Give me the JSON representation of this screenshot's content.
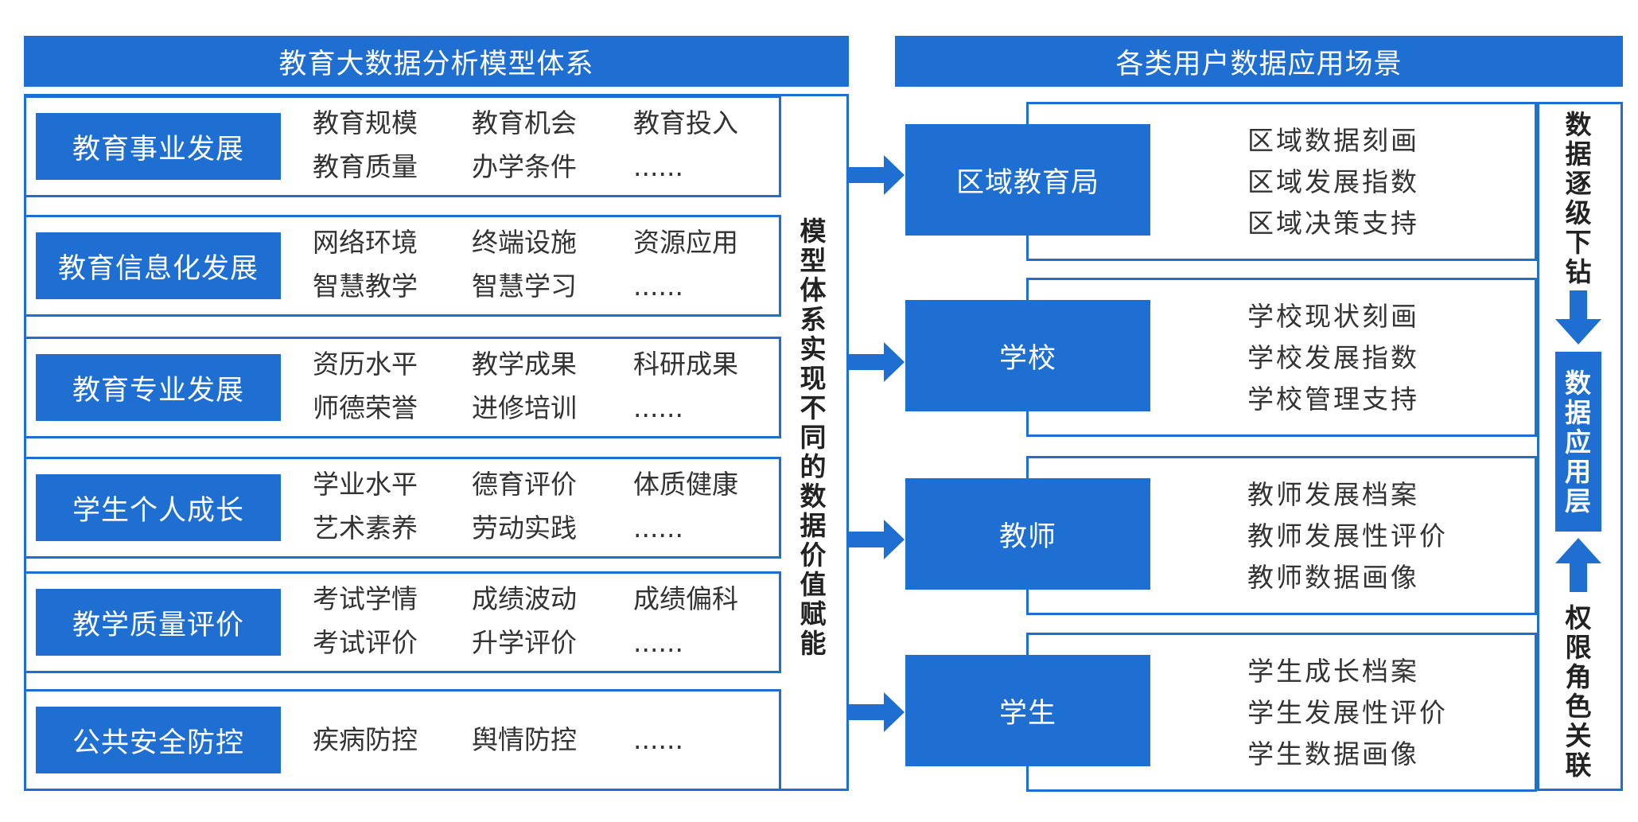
{
  "left_panel": {
    "title": "教育大数据分析模型体系",
    "side_text": "模型体系实现不同的数据价值赋能",
    "rows": [
      {
        "label": "教育事业发展",
        "items": [
          "教育规模",
          "教育机会",
          "教育投入",
          "教育质量",
          "办学条件",
          "......"
        ]
      },
      {
        "label": "教育信息化发展",
        "items": [
          "网络环境",
          "终端设施",
          "资源应用",
          "智慧教学",
          "智慧学习",
          "......"
        ]
      },
      {
        "label": "教育专业发展",
        "items": [
          "资历水平",
          "教学成果",
          "科研成果",
          "师德荣誉",
          "进修培训",
          "......"
        ]
      },
      {
        "label": "学生个人成长",
        "items": [
          "学业水平",
          "德育评价",
          "体质健康",
          "艺术素养",
          "劳动实践",
          "......"
        ]
      },
      {
        "label": "教学质量评价",
        "items": [
          "考试学情",
          "成绩波动",
          "成绩偏科",
          "考试评价",
          "升学评价",
          "......"
        ]
      },
      {
        "label": "公共安全防控",
        "items": [
          "疾病防控",
          "舆情防控",
          "......"
        ]
      }
    ]
  },
  "right_panel": {
    "title": "各类用户数据应用场景",
    "scenes": [
      {
        "label": "区域教育局",
        "lines": [
          "区域数据刻画",
          "区域发展指数",
          "区域决策支持"
        ]
      },
      {
        "label": "学校",
        "lines": [
          "学校现状刻画",
          "学校发展指数",
          "学校管理支持"
        ]
      },
      {
        "label": "教师",
        "lines": [
          "教师发展档案",
          "教师发展性评价",
          "教师数据画像"
        ]
      },
      {
        "label": "学生",
        "lines": [
          "学生成长档案",
          "学生发展性评价",
          "学生数据画像"
        ]
      }
    ],
    "drill_down_text": "数据逐级下钻",
    "app_layer_text": "数据应用层",
    "permission_text": "权限角色关联"
  },
  "colors": {
    "primary": "#1f6fd2",
    "text": "#333333",
    "background": "#ffffff"
  }
}
